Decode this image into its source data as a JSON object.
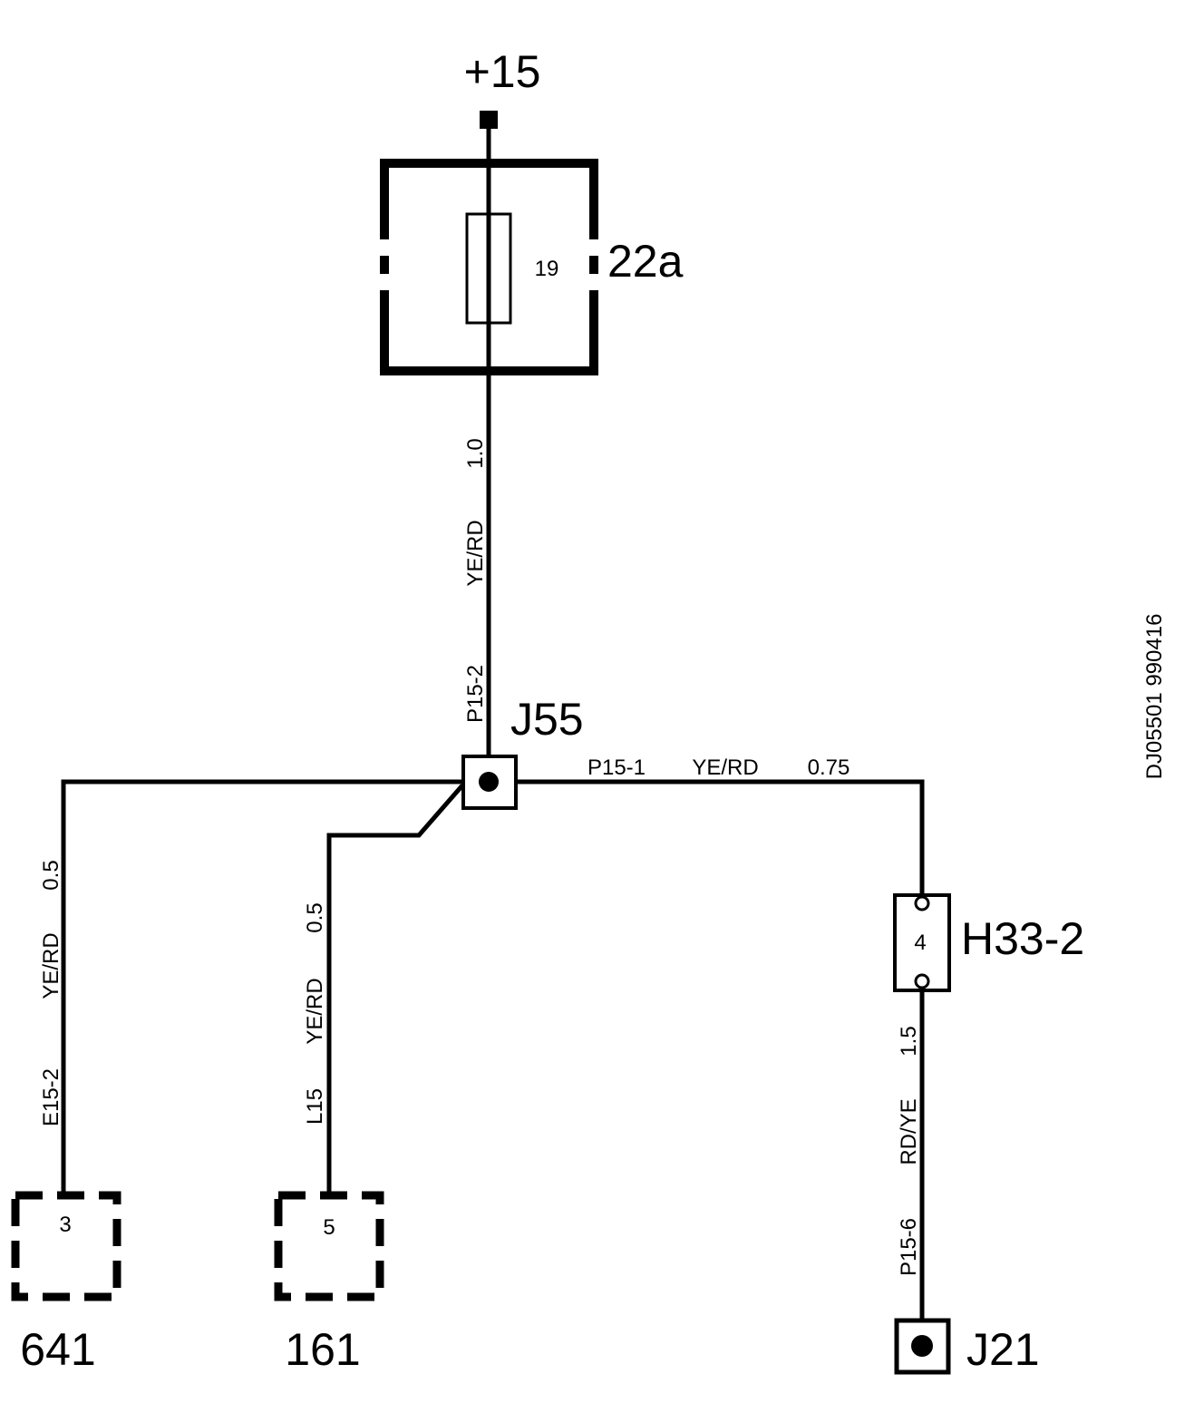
{
  "supply": {
    "label": "+15"
  },
  "fuse_box": {
    "label": "22a",
    "fuse_number": "19"
  },
  "wire_supply": {
    "id": "P15-2",
    "color": "YE/RD",
    "size": "1.0"
  },
  "splice_j55": {
    "label": "J55"
  },
  "wire_right": {
    "id": "P15-1",
    "color": "YE/RD",
    "size": "0.75"
  },
  "wire_left": {
    "id": "E15-2",
    "color": "YE/RD",
    "size": "0.5"
  },
  "wire_middle": {
    "id": "L15",
    "color": "YE/RD",
    "size": "0.5"
  },
  "connector_h33": {
    "label": "H33-2",
    "pin": "4"
  },
  "wire_lower": {
    "id": "P15-6",
    "color": "RD/YE",
    "size": "1.5"
  },
  "connector_641": {
    "pin": "3",
    "label": "641"
  },
  "connector_161": {
    "pin": "5",
    "label": "161"
  },
  "ground_j21": {
    "label": "J21"
  },
  "drawing_ref": "DJ05501 990416"
}
